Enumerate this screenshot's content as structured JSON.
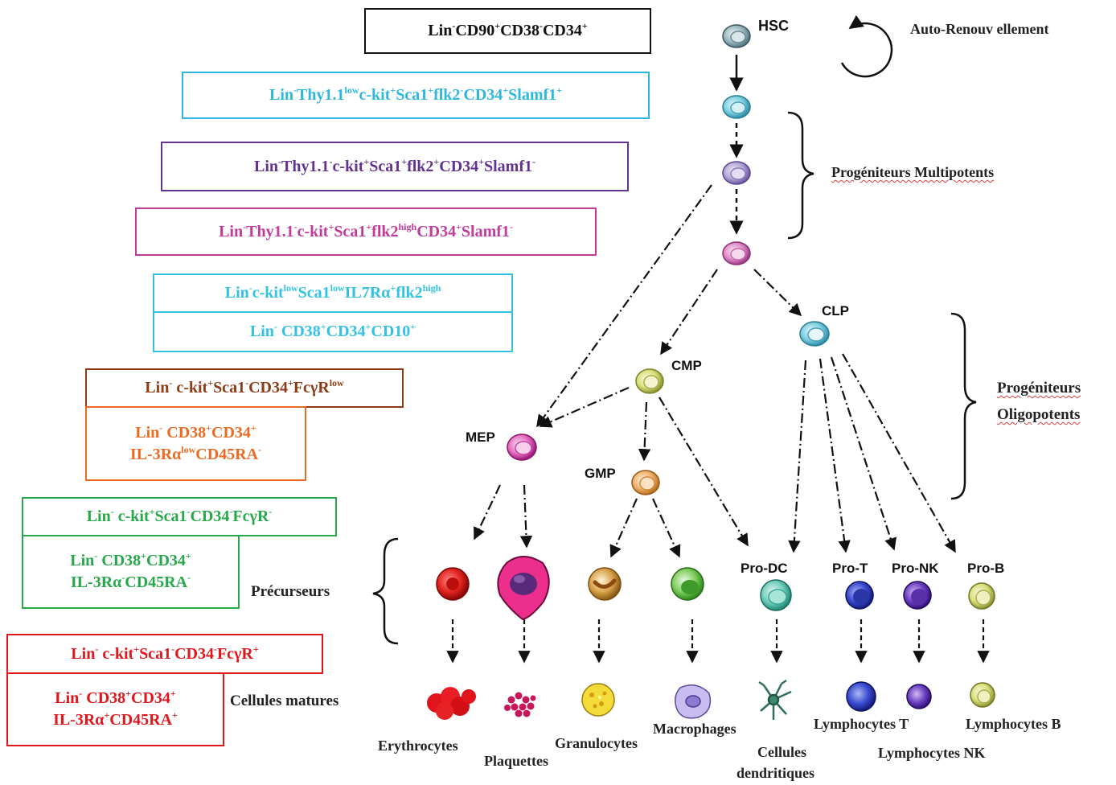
{
  "colors": {
    "black": "#111111",
    "cyan": "#2fb6dd",
    "purple": "#62338f",
    "magenta": "#c23a9c",
    "lightblue": "#33c2e3",
    "brown": "#8c3b16",
    "orange": "#ea6b22",
    "green": "#27a84a",
    "red": "#e0161c"
  },
  "marker_boxes": [
    {
      "name": "marker-box-hsc",
      "lines": [
        "Lin^-CD90^+CD38^-CD34^+"
      ],
      "color": "black"
    },
    {
      "name": "marker-box-lt-hsc",
      "lines": [
        "Lin^-Thy1.1^low c-kit^+Sca1^+flk2^-CD34^+Slamf1^+"
      ],
      "color": "cyan"
    },
    {
      "name": "marker-box-mpp",
      "lines": [
        "Lin^-Thy1.1^-c-kit^+Sca1^+flk2^+CD34^+Slamf1^-"
      ],
      "color": "purple"
    },
    {
      "name": "marker-box-lmpp",
      "lines": [
        "Lin^-Thy1.1^-c-kit^+Sca1^+flk2^high CD34^+Slamf1^-"
      ],
      "color": "magenta"
    },
    {
      "name": "marker-box-clp-mouse",
      "lines": [
        "Lin^-c-kit^low Sca1^low IL7Rα^+flk2^high"
      ],
      "color": "lightblue"
    },
    {
      "name": "marker-box-clp-human",
      "lines": [
        "Lin^- CD38^+CD34^+CD10^+"
      ],
      "color": "lightblue"
    },
    {
      "name": "marker-box-cmp-mouse",
      "lines": [
        "Lin^- c-kit^+Sca1^-CD34^+FcγR^low"
      ],
      "color": "brown"
    },
    {
      "name": "marker-box-cmp-human",
      "lines": [
        "Lin^- CD38^+CD34^+",
        "IL-3Rα^low CD45RA^-"
      ],
      "color": "orange"
    },
    {
      "name": "marker-box-mep-mouse",
      "lines": [
        "Lin^- c-kit^+Sca1^-CD34^-FcγR^-"
      ],
      "color": "green"
    },
    {
      "name": "marker-box-mep-human",
      "lines": [
        "Lin^- CD38^+CD34^+",
        "IL-3Rα^-CD45RA^-"
      ],
      "color": "green"
    },
    {
      "name": "marker-box-gmp-mouse",
      "lines": [
        "Lin^- c-kit^+Sca1^-CD34^-FcγR^+"
      ],
      "color": "red"
    },
    {
      "name": "marker-box-gmp-human",
      "lines": [
        "Lin^- CD38^+CD34^+",
        "IL-3Rα^+CD45RA^+"
      ],
      "color": "red"
    }
  ],
  "labels": {
    "hsc": "HSC",
    "self_renewal": "Auto-Renouv ellement",
    "mpp_group": "Progéniteurs Multipotents",
    "clp": "CLP",
    "cmp": "CMP",
    "mep": "MEP",
    "gmp": "GMP",
    "oligo_line1": "Progéniteurs",
    "oligo_line2": "Oligopotents",
    "precursors": "Précurseurs",
    "mature_cells": "Cellules matures",
    "pro_dc": "Pro-DC",
    "pro_t": "Pro-T",
    "pro_nk": "Pro-NK",
    "pro_b": "Pro-B",
    "erythrocytes": "Erythrocytes",
    "platelets": "Plaquettes",
    "granulocytes": "Granulocytes",
    "macrophages": "Macrophages",
    "dc_line1": "Cellules",
    "dc_line2": "dendritiques",
    "lymph_t": "Lymphocytes T",
    "lymph_nk": "Lymphocytes NK",
    "lymph_b": "Lymphocytes B"
  }
}
